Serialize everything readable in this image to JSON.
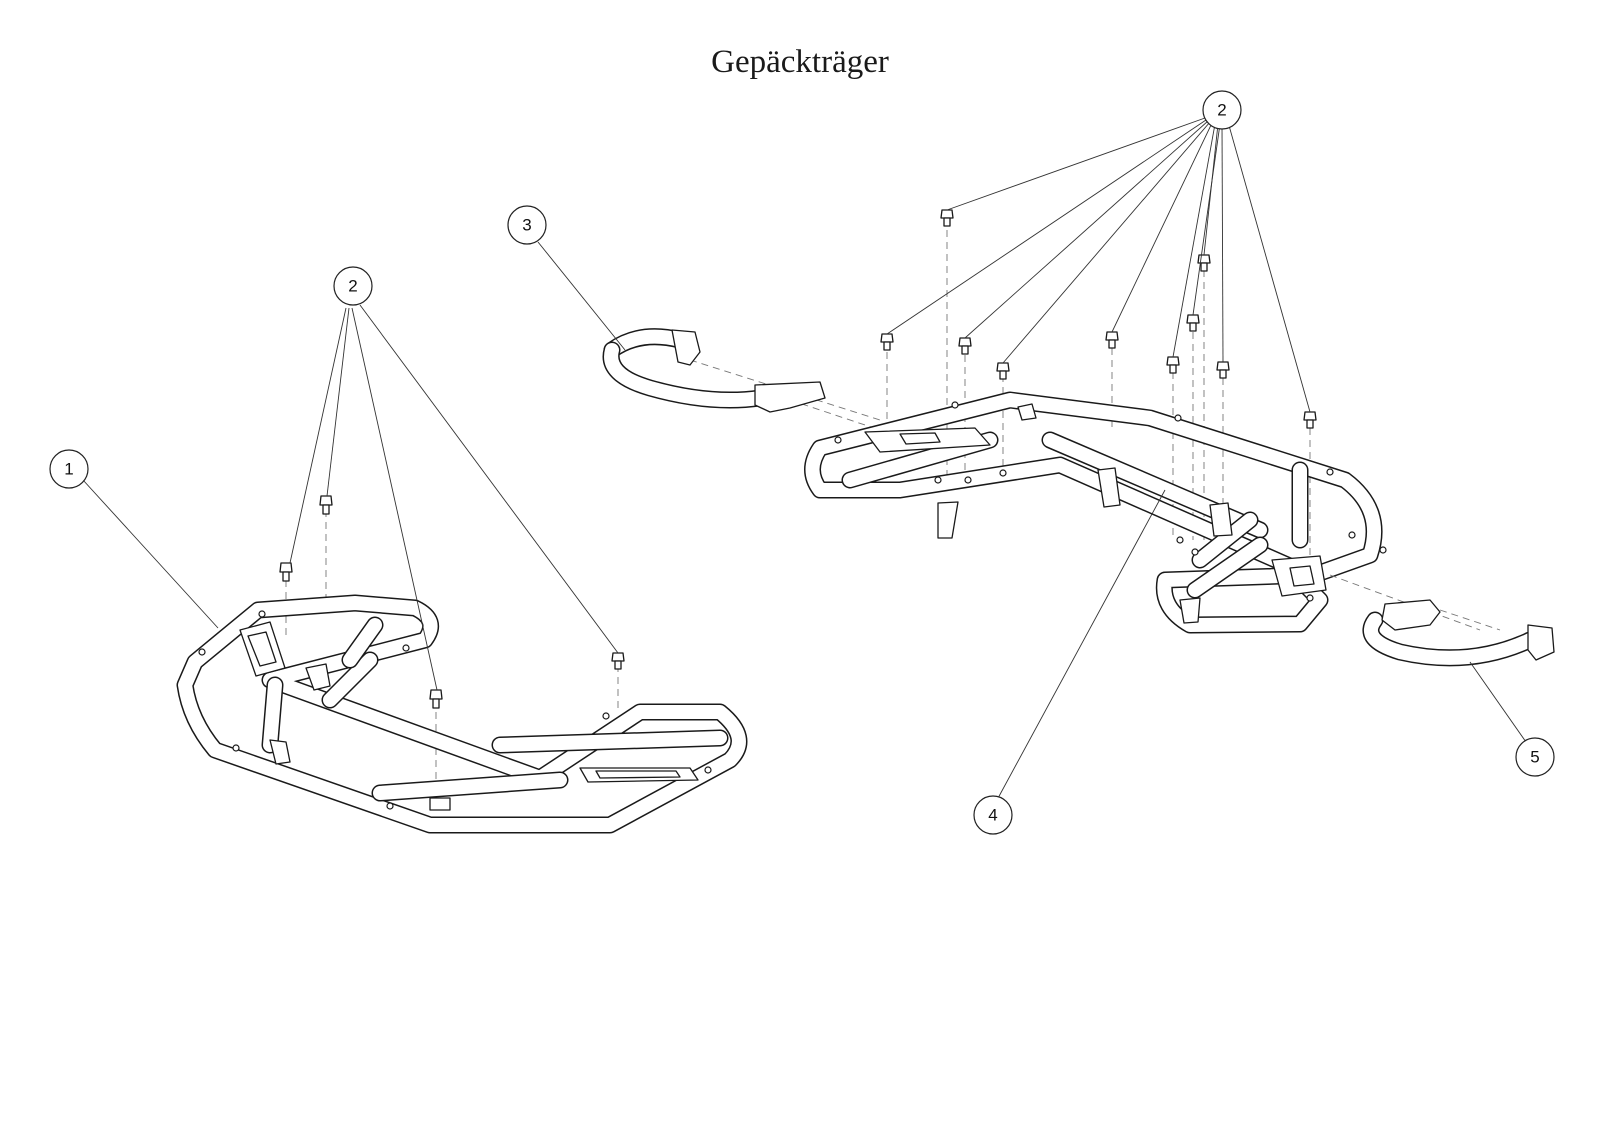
{
  "title": "Gepäckträger",
  "callouts": {
    "c1": "1",
    "c2_left": "2",
    "c2_right": "2",
    "c3": "3",
    "c4": "4",
    "c5": "5"
  },
  "colors": {
    "line": "#1a1a1a",
    "background": "#ffffff"
  }
}
